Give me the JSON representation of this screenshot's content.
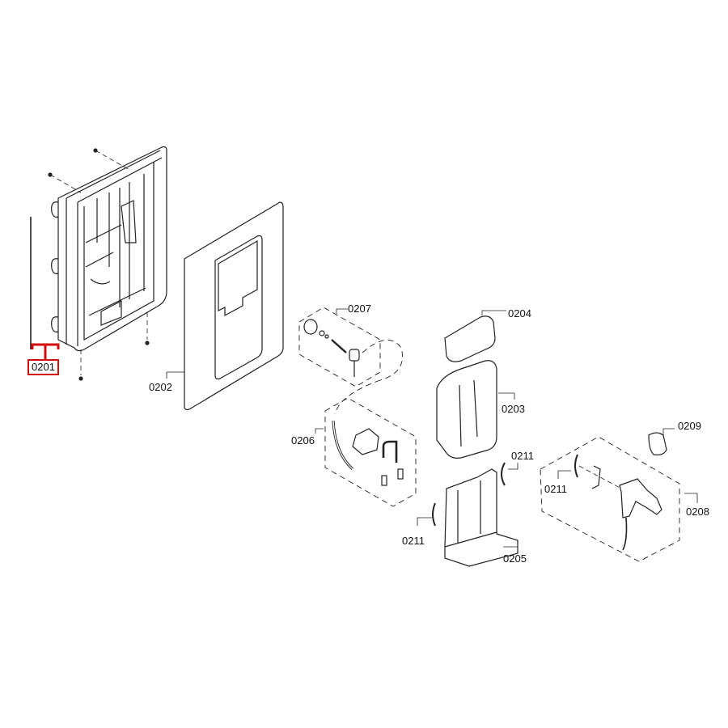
{
  "diagram": {
    "type": "exploded-parts-view",
    "highlight_color": "#d10d0d",
    "line_color": "#222222",
    "parts": [
      {
        "id": "0201",
        "label": "0201",
        "highlighted": true
      },
      {
        "id": "0202",
        "label": "0202",
        "highlighted": false
      },
      {
        "id": "0203",
        "label": "0203",
        "highlighted": false
      },
      {
        "id": "0204",
        "label": "0204",
        "highlighted": false
      },
      {
        "id": "0205",
        "label": "0205",
        "highlighted": false
      },
      {
        "id": "0206",
        "label": "0206",
        "highlighted": false
      },
      {
        "id": "0207",
        "label": "0207",
        "highlighted": false
      },
      {
        "id": "0208",
        "label": "0208",
        "highlighted": false
      },
      {
        "id": "0209",
        "label": "0209",
        "highlighted": false
      },
      {
        "id": "0211a",
        "label": "0211",
        "highlighted": false
      },
      {
        "id": "0211b",
        "label": "0211",
        "highlighted": false
      },
      {
        "id": "0211c",
        "label": "0211",
        "highlighted": false
      }
    ]
  }
}
